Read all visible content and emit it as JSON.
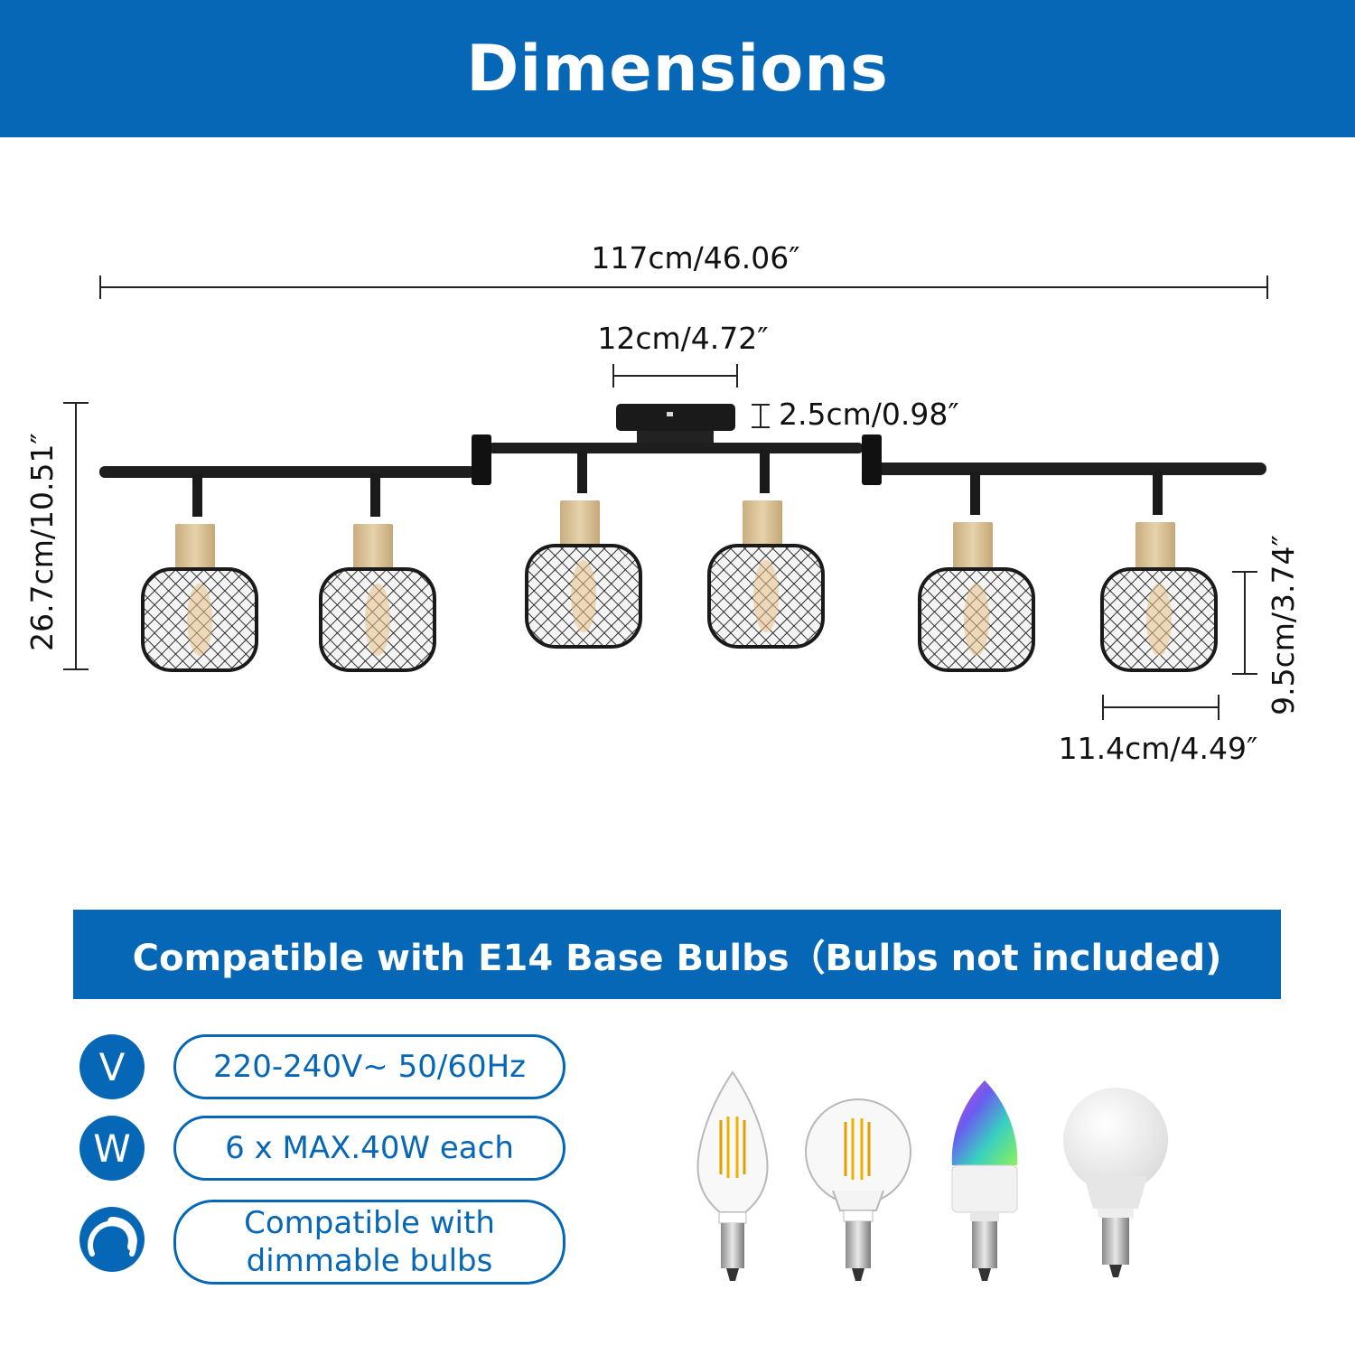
{
  "header": {
    "title": "Dimensions"
  },
  "dimensions": {
    "total_length": "117cm/46.06″",
    "canopy_width": "12cm/4.72″",
    "canopy_height": "2.5cm/0.98″",
    "total_height": "26.7cm/10.51″",
    "shade_height": "9.5cm/3.74″",
    "shade_width": "11.4cm/4.49″"
  },
  "compat_banner": {
    "title": "Compatible with E14 Base Bulbs（Bulbs not included)"
  },
  "specs": [
    {
      "symbol": "V",
      "icon": "voltage-icon",
      "text": "220-240V~ 50/60Hz"
    },
    {
      "symbol": "W",
      "icon": "wattage-icon",
      "text": "6 x MAX.40W  each"
    },
    {
      "symbol": "",
      "icon": "dimmer-icon",
      "text": "Compatible with dimmable bulbs"
    }
  ],
  "colors": {
    "brand_blue": "#0567b6",
    "fixture_black": "#1a1a1a",
    "wood": "#dcc49a"
  }
}
